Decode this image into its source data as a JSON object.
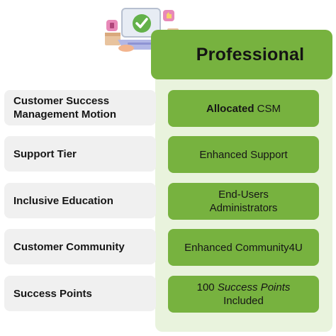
{
  "plan": {
    "title": "Professional"
  },
  "features": [
    {
      "label": "Customer Success Management Motion",
      "value_strong": "Allocated",
      "value_rest": " CSM"
    },
    {
      "label": "Support Tier",
      "value": "Enhanced Support"
    },
    {
      "label": "Inclusive Education",
      "value_line1": "End-Users",
      "value_line2": "Administrators"
    },
    {
      "label": "Customer Community",
      "value": "Enhanced Community4U"
    },
    {
      "label": "Success Points",
      "value_prefix": "100 ",
      "value_italic": "Success Points",
      "value_line2": "Included"
    }
  ],
  "colors": {
    "accent_green": "#77b23f",
    "column_bg": "#e9f3dd",
    "label_bg": "#f0f0f0",
    "check_bg": "#63b14a"
  },
  "icons": [
    "laptop-icon",
    "checkmark-icon",
    "box-icon",
    "thumbs-up-icon",
    "gift-icon"
  ]
}
